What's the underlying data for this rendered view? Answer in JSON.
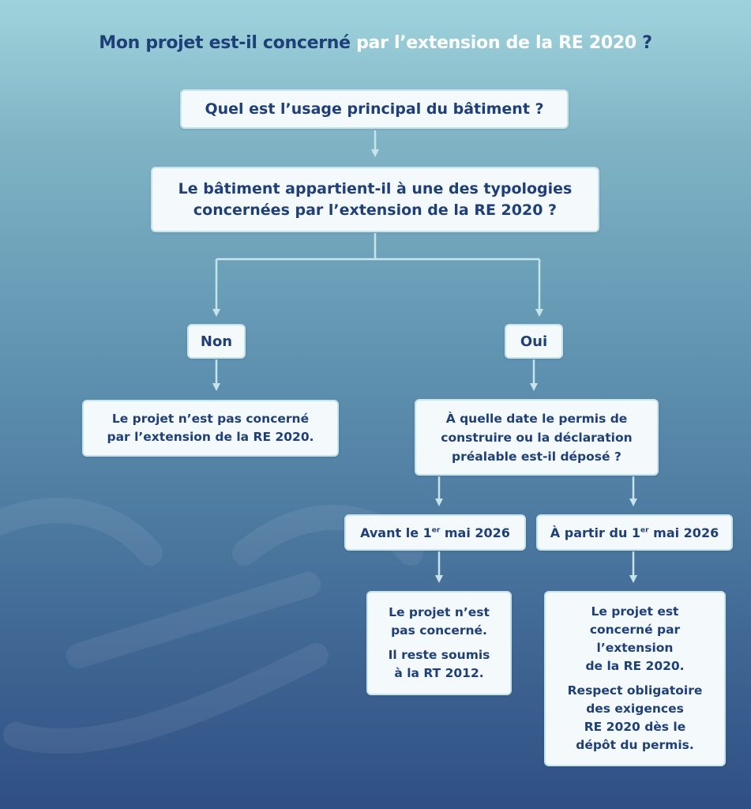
{
  "title": {
    "part1": "Mon projet est-il concerné",
    "part2": "par l’extension de la RE 2020",
    "part3": "?"
  },
  "question_usage": "Quel est l’usage principal du bâtiment ?",
  "question_typologie": {
    "line1": "Le bâtiment appartient-il à une des typologies",
    "line2": "concernées par l’extension de la RE 2020 ?"
  },
  "answer_non": "Non",
  "answer_oui": "Oui",
  "result_non": {
    "line1": "Le projet n’est pas concerné",
    "line2": "par l’extension de la RE 2020."
  },
  "question_date": {
    "line1": "À quelle date le permis de",
    "line2": "construire ou la déclaration",
    "line3": "préalable est-il déposé ?"
  },
  "option_avant": {
    "prefix": "Avant le 1",
    "sup": "er",
    "suffix": " mai 2026"
  },
  "option_apartir": {
    "prefix": "À partir du 1",
    "sup": "er",
    "suffix": " mai 2026"
  },
  "result_avant": {
    "line1": "Le projet n’est",
    "line2": "pas concerné.",
    "line3": "Il reste soumis",
    "line4": "à la RT 2012."
  },
  "result_apartir": {
    "line1": "Le projet est",
    "line2": "concerné par",
    "line3": "l’extension",
    "line4": "de la RE 2020.",
    "line5": "Respect obligatoire",
    "line6": "des exigences",
    "line7": "RE 2020 dès le",
    "line8": "dépôt du permis."
  },
  "colors": {
    "text_dark": "#1f3f78",
    "box_bg": "#f4f9fb",
    "connector": "#c6e4ea"
  }
}
